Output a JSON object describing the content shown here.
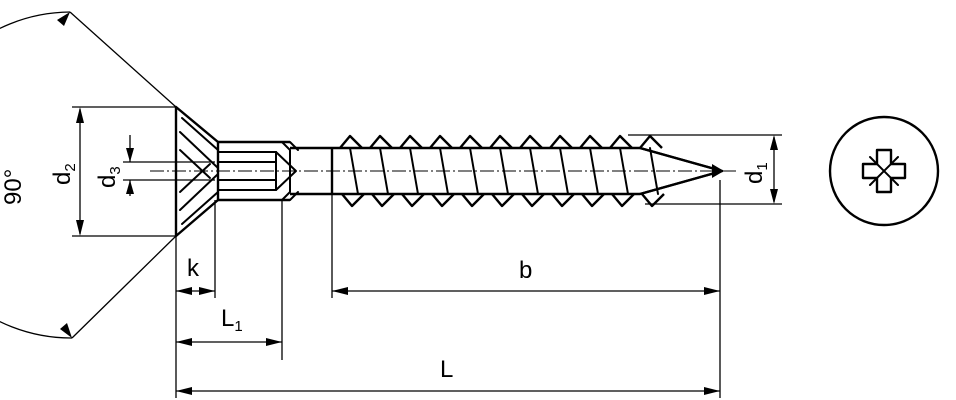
{
  "labels": {
    "angle": "90°",
    "d2": {
      "base": "d",
      "sub": "2"
    },
    "d3": {
      "base": "d",
      "sub": "3"
    },
    "d1": {
      "base": "d",
      "sub": "1"
    },
    "k": "k",
    "L1": {
      "base": "L",
      "sub": "1"
    },
    "b": "b",
    "L": "L"
  }
}
